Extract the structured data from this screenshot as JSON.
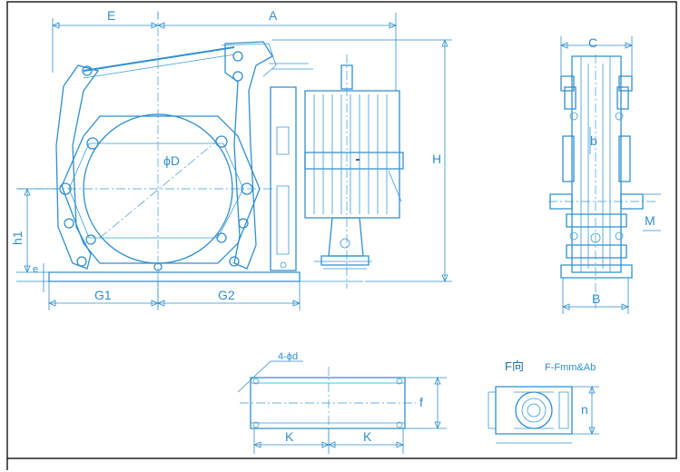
{
  "colors": {
    "line": "#2f8fcf",
    "frame": "#222222",
    "background": "#ffffff"
  },
  "labels": {
    "E": "E",
    "A": "A",
    "H": "H",
    "D": "ϕD",
    "h1": "h1",
    "e": "e",
    "G1": "G1",
    "G2": "G2",
    "C": "C",
    "b": "b",
    "M": "M",
    "B": "B",
    "d": "4-ϕd",
    "f": "f",
    "K1": "K",
    "K2": "K",
    "n": "n"
  },
  "detail": {
    "title": "F向",
    "subtitle": "F-Fmm&Ab"
  }
}
